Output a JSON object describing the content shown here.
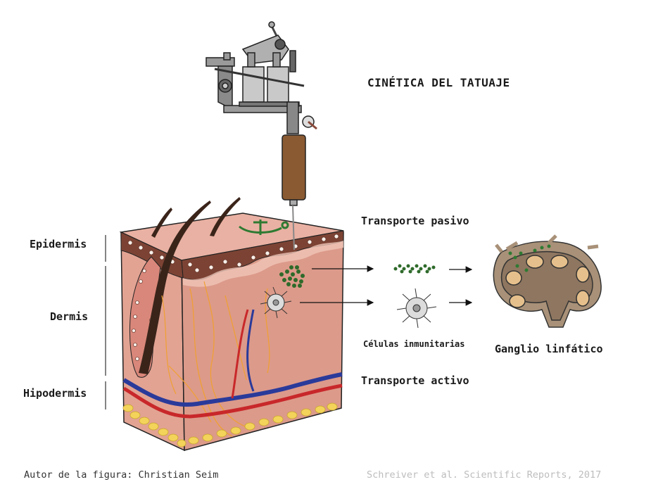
{
  "title": "CINÉTICA DEL TATUAJE",
  "layers": {
    "epidermis": "Epidermis",
    "dermis": "Dermis",
    "hypodermis": "Hipodermis"
  },
  "transport": {
    "passive": "Transporte pasivo",
    "active": "Transporte activo"
  },
  "immune_cells": "Células inmunitarias",
  "lymph_node": "Ganglio linfático",
  "credits": {
    "author": "Autor de la figura: Christian Seim",
    "reference": "Schreiver et al. Scientific Reports, 2017"
  },
  "colors": {
    "skin_light": "#e8a79a",
    "skin_mid": "#d98f80",
    "epidermis_brown": "#8a4a3a",
    "vein_blue": "#2a3a9a",
    "artery_red": "#c8282a",
    "fat_yellow": "#f3d35a",
    "ink_green": "#2e7a32",
    "node_brown": "#8e7660",
    "machine_gray": "#9a9a9a",
    "grip_brown": "#8a5a32"
  }
}
